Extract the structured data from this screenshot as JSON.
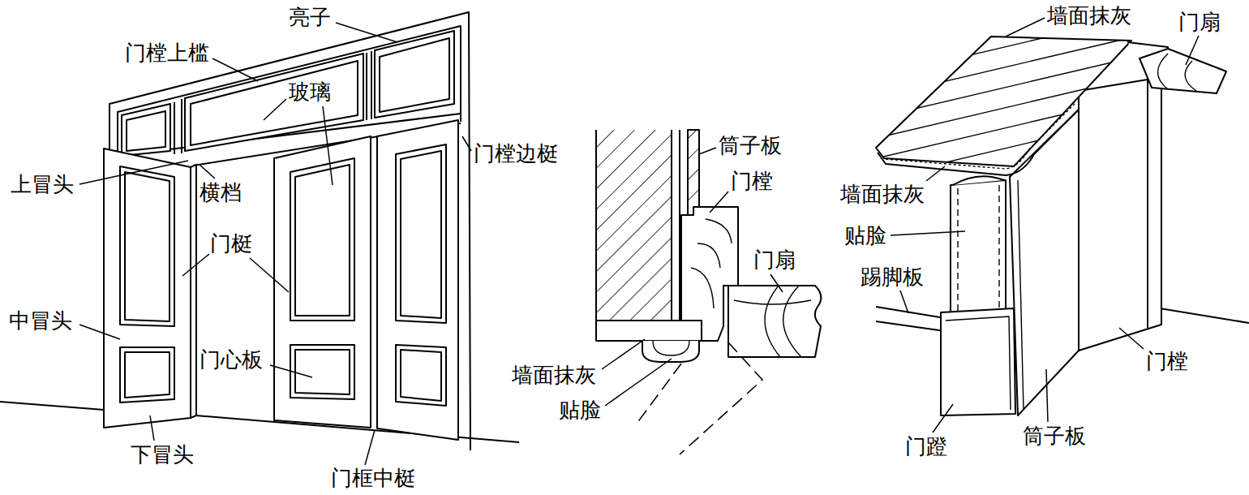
{
  "diagram": {
    "labels": [
      "亮子",
      "门樘上槛",
      "墙面抹灰",
      "门扇",
      "玻璃",
      "门樘边梃",
      "筒子板",
      "上冒头",
      "横档",
      "门樘",
      "墙面抹灰",
      "门梃",
      "贴脸",
      "门扇",
      "踢脚板",
      "中冒头",
      "门心板",
      "门樘",
      "墙面抹灰",
      "贴脸",
      "门蹬",
      "筒子板",
      "下冒头",
      "门框中梃"
    ]
  }
}
